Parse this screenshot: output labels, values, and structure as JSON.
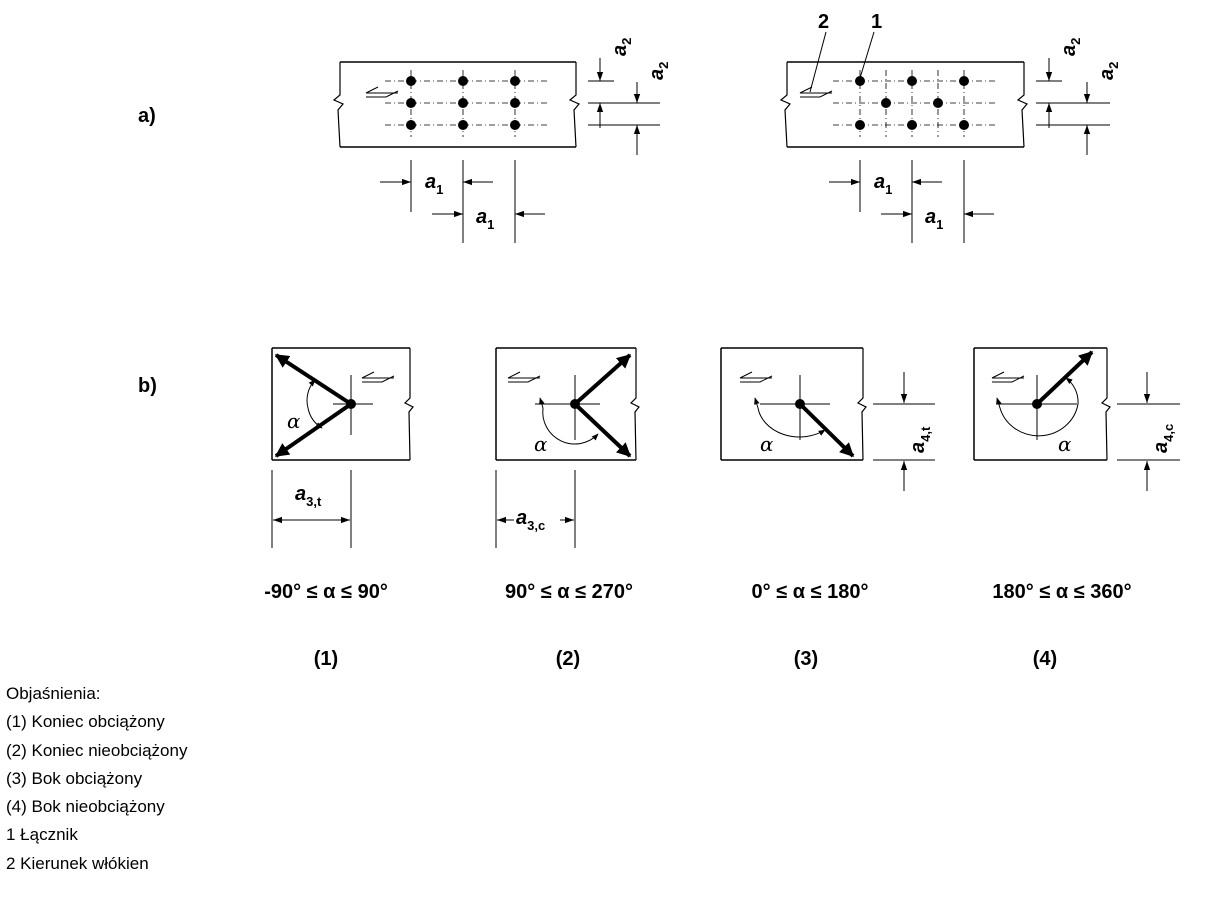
{
  "part_labels": {
    "a": "a)",
    "b": "b)"
  },
  "callouts": {
    "fastener_number": "1",
    "grain_number": "2"
  },
  "dimensions": {
    "a1": {
      "main": "a",
      "sub": "1"
    },
    "a2": {
      "main": "a",
      "sub": "2"
    },
    "a3t": {
      "main": "a",
      "sub": "3,t"
    },
    "a3c": {
      "main": "a",
      "sub": "3,c"
    },
    "a4t": {
      "main": "a",
      "sub": "4,t"
    },
    "a4c": {
      "main": "a",
      "sub": "4,c"
    }
  },
  "angle_symbol": "α",
  "cases": [
    {
      "condition": "-90° ≤ α ≤ 90°",
      "number": "(1)"
    },
    {
      "condition": "90° ≤ α ≤ 270°",
      "number": "(2)"
    },
    {
      "condition": "0° ≤ α ≤ 180°",
      "number": "(3)"
    },
    {
      "condition": "180° ≤ α ≤ 360°",
      "number": "(4)"
    }
  ],
  "legend": {
    "title": "Objaśnienia:",
    "items": [
      "(1) Koniec obciążony",
      "(2) Koniec nieobciążony",
      "(3) Bok obciążony",
      "(4) Bok nieobciążony",
      "1 Łącznik",
      "2 Kierunek włókien"
    ]
  }
}
